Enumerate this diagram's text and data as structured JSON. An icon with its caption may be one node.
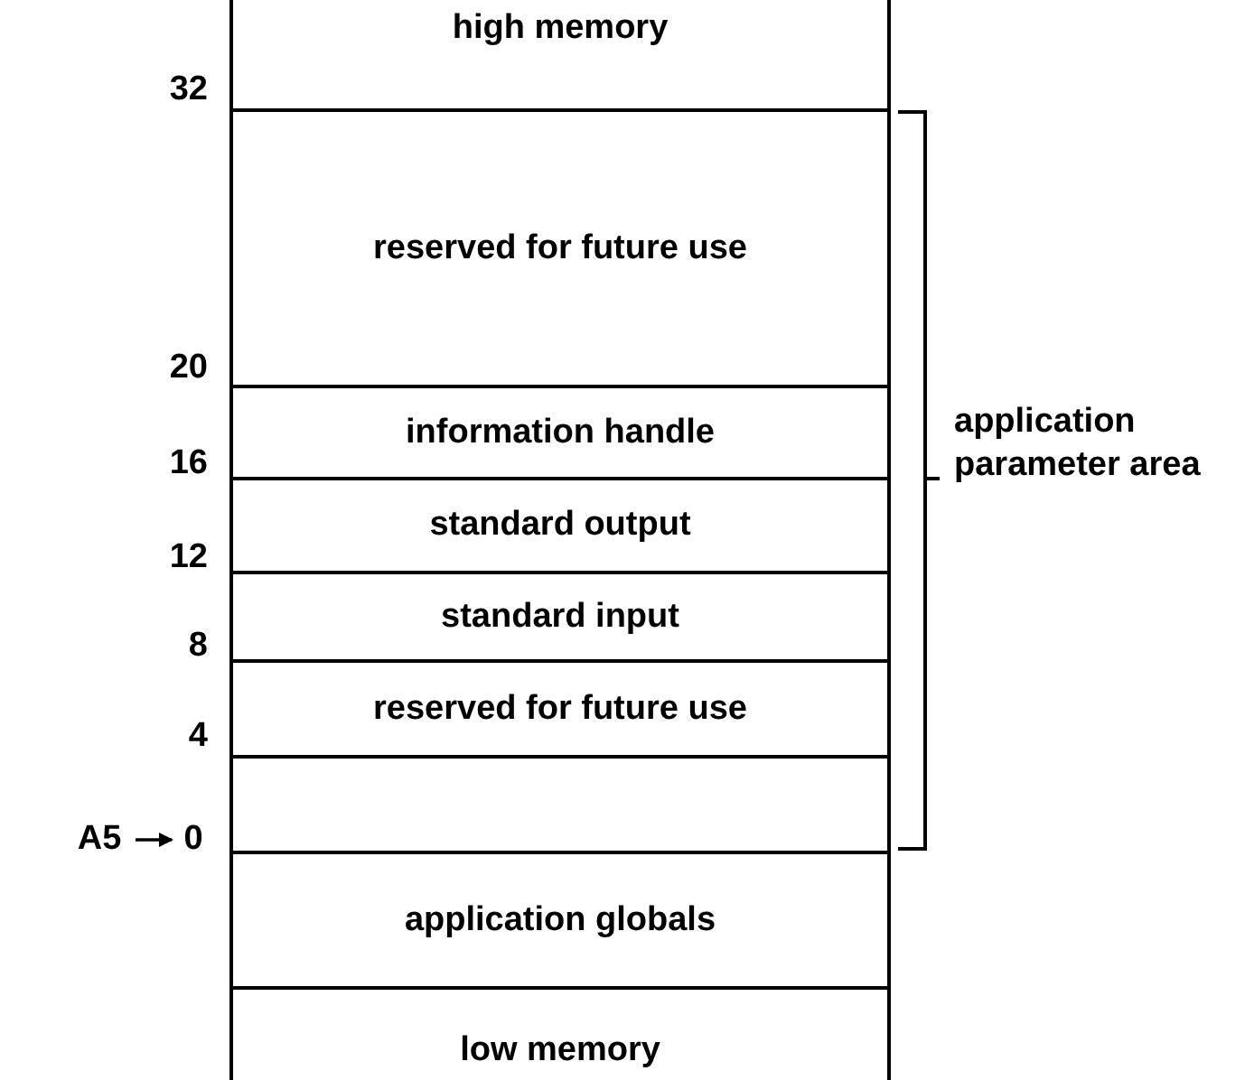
{
  "diagram": {
    "nodes": [
      {
        "text": [
          "high memory"
        ]
      },
      {
        "text": [
          "reserved for future use"
        ]
      },
      {
        "text": [
          "information handle"
        ]
      },
      {
        "text": [
          "standard output"
        ]
      },
      {
        "text": [
          "standard input"
        ]
      },
      {
        "text": [
          "reserved for future use"
        ]
      },
      {
        "text": [],
        "shape": "box"
      },
      {
        "text": [
          "application globals"
        ]
      },
      {
        "text": [
          "low memory"
        ]
      },
      {
        "text": [
          "A5"
        ]
      },
      {
        "text": [
          "0"
        ]
      }
    ],
    "edges": [
      {
        "from": 9,
        "to": 10,
        "arrow": "to"
      }
    ],
    "labels": [
      "32",
      "20",
      "16",
      "12",
      "8",
      "4",
      "application parameter area"
    ]
  }
}
